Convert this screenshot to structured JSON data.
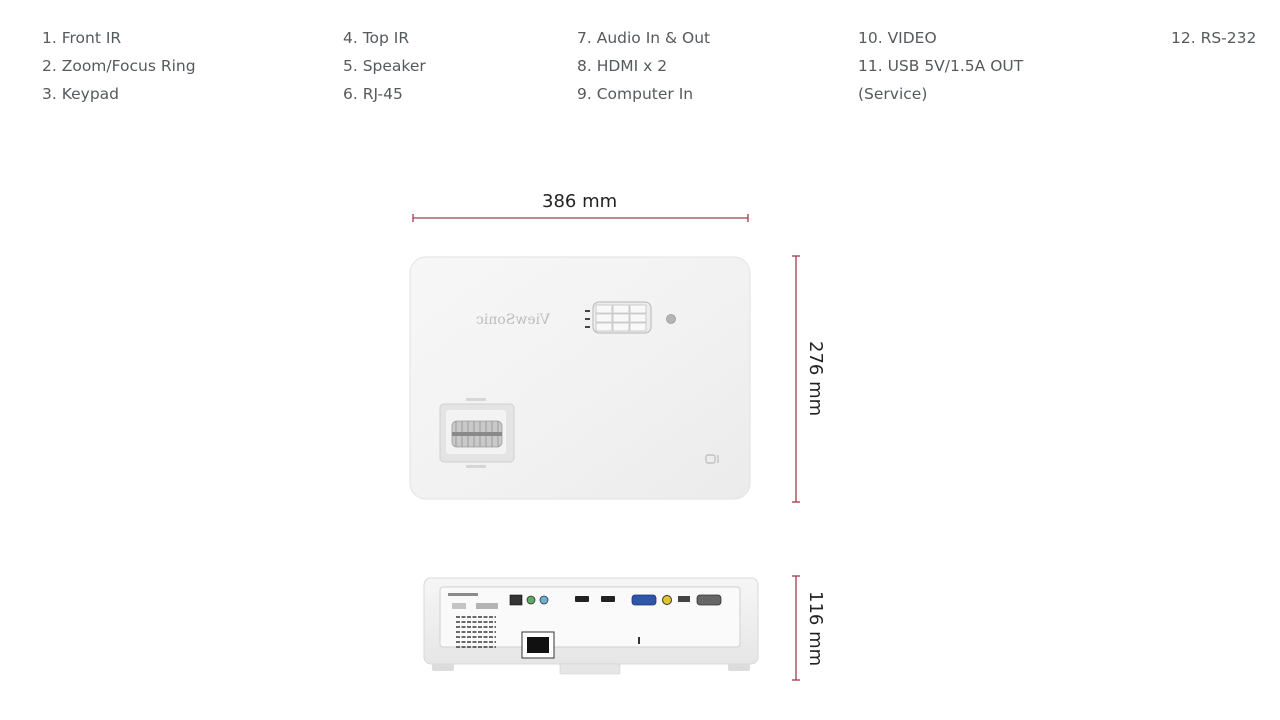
{
  "legend": {
    "col1": [
      "1. Front IR",
      "2. Zoom/Focus Ring",
      "3. Keypad"
    ],
    "col2": [
      "4. Top IR",
      "5. Speaker",
      "6. RJ-45"
    ],
    "col3": [
      "7. Audio In & Out",
      "8. HDMI x 2",
      "9. Computer In"
    ],
    "col4": [
      "10. VIDEO",
      "11. USB 5V/1.5A OUT",
      "(Service)"
    ],
    "col5": [
      "12. RS-232"
    ]
  },
  "dimensions": {
    "width": "386 mm",
    "depth": "276 mm",
    "height": "116 mm"
  },
  "brand_mark": "ViewSonic",
  "colors": {
    "dimension_line": "#a23a4a",
    "body": "#f4f4f4",
    "text": "#555a5e"
  }
}
